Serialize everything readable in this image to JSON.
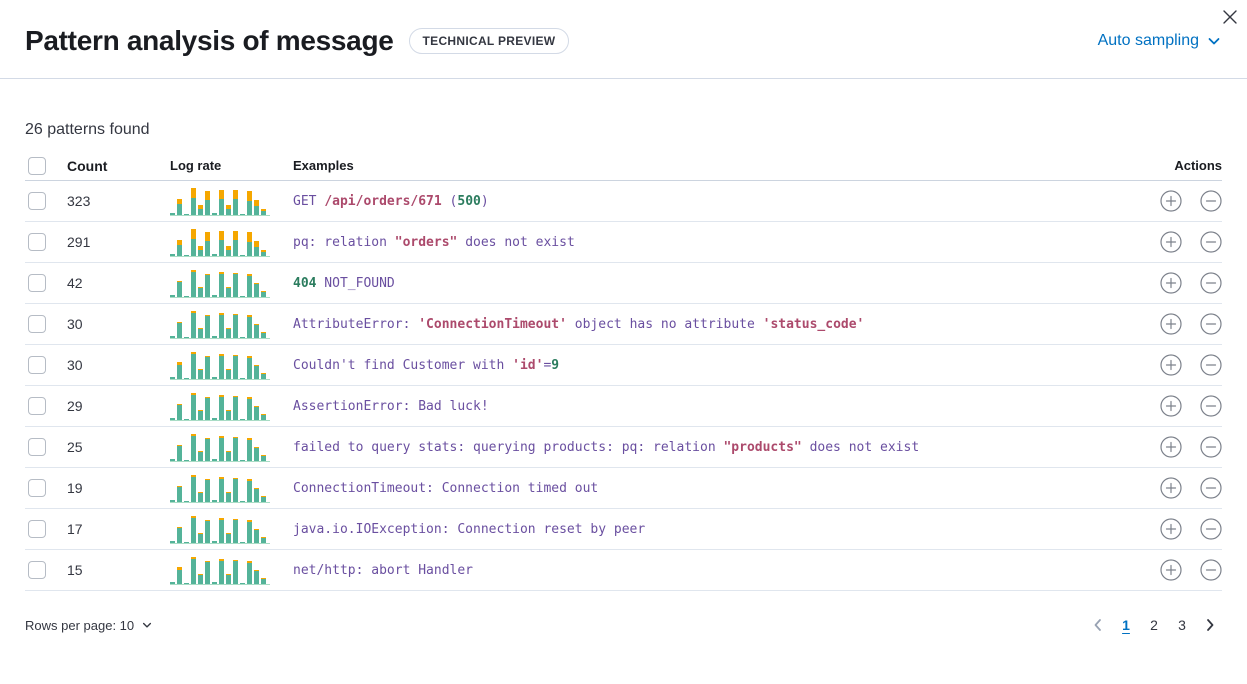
{
  "header": {
    "title": "Pattern analysis of message",
    "badge": "TECHNICAL PREVIEW",
    "sampling_label": "Auto sampling"
  },
  "summary": {
    "patterns_found": "26 patterns found"
  },
  "table": {
    "columns": {
      "count": "Count",
      "log_rate": "Log rate",
      "examples": "Examples",
      "actions": "Actions"
    },
    "rows": [
      {
        "count": "323",
        "example": [
          [
            "GET ",
            "p"
          ],
          [
            "/api/orders/671",
            "r"
          ],
          [
            " (",
            "p"
          ],
          [
            "500",
            "g"
          ],
          [
            ")",
            "p"
          ]
        ],
        "spark": {
          "green": [
            2,
            11,
            1,
            17,
            6,
            15,
            2,
            16,
            6,
            16,
            1,
            14,
            9,
            4
          ],
          "orange": [
            0,
            5,
            0,
            10,
            4,
            9,
            0,
            9,
            4,
            9,
            0,
            10,
            6,
            2
          ]
        }
      },
      {
        "count": "291",
        "example": [
          [
            "pq: relation ",
            "p"
          ],
          [
            "\"orders\"",
            "r"
          ],
          [
            " does not exist",
            "p"
          ]
        ],
        "spark": {
          "green": [
            2,
            11,
            1,
            17,
            6,
            15,
            2,
            16,
            6,
            16,
            1,
            14,
            9,
            4
          ],
          "orange": [
            0,
            5,
            0,
            10,
            4,
            9,
            0,
            9,
            4,
            9,
            0,
            10,
            6,
            2
          ]
        }
      },
      {
        "count": "42",
        "example": [
          [
            "404",
            "g"
          ],
          [
            " NOT_FOUND",
            "p"
          ]
        ],
        "spark": {
          "green": [
            2,
            15,
            1,
            25,
            9,
            22,
            2,
            23,
            9,
            23,
            1,
            21,
            13,
            5
          ],
          "orange": [
            0,
            1,
            0,
            2,
            1,
            1,
            0,
            2,
            1,
            1,
            0,
            2,
            1,
            1
          ]
        }
      },
      {
        "count": "30",
        "example": [
          [
            "AttributeError: ",
            "p"
          ],
          [
            "'ConnectionTimeout'",
            "r"
          ],
          [
            " object has no attribute ",
            "p"
          ],
          [
            "'status_code'",
            "r"
          ]
        ],
        "spark": {
          "green": [
            2,
            15,
            1,
            25,
            9,
            22,
            2,
            23,
            9,
            23,
            1,
            21,
            13,
            5
          ],
          "orange": [
            0,
            1,
            0,
            2,
            1,
            1,
            0,
            2,
            1,
            1,
            0,
            2,
            1,
            1
          ]
        }
      },
      {
        "count": "30",
        "example": [
          [
            "Couldn't find Customer with ",
            "p"
          ],
          [
            "'id'",
            "r"
          ],
          [
            "=",
            "p"
          ],
          [
            "9",
            "g"
          ]
        ],
        "spark": {
          "green": [
            2,
            14,
            1,
            25,
            9,
            22,
            2,
            23,
            9,
            23,
            1,
            21,
            13,
            5
          ],
          "orange": [
            0,
            3,
            0,
            2,
            1,
            1,
            0,
            2,
            1,
            1,
            0,
            2,
            1,
            1
          ]
        }
      },
      {
        "count": "29",
        "example": [
          [
            "AssertionError: Bad luck!",
            "p"
          ]
        ],
        "spark": {
          "green": [
            2,
            15,
            1,
            25,
            9,
            22,
            2,
            23,
            9,
            23,
            1,
            21,
            13,
            5
          ],
          "orange": [
            0,
            1,
            0,
            2,
            1,
            1,
            0,
            2,
            1,
            1,
            0,
            2,
            1,
            1
          ]
        }
      },
      {
        "count": "25",
        "example": [
          [
            "failed to query stats: querying products: pq: relation ",
            "p"
          ],
          [
            "\"products\"",
            "r"
          ],
          [
            " does not exist",
            "p"
          ]
        ],
        "spark": {
          "green": [
            2,
            15,
            1,
            25,
            9,
            22,
            2,
            23,
            9,
            23,
            1,
            21,
            13,
            5
          ],
          "orange": [
            0,
            1,
            0,
            2,
            1,
            1,
            0,
            2,
            1,
            1,
            0,
            2,
            1,
            1
          ]
        }
      },
      {
        "count": "19",
        "example": [
          [
            "ConnectionTimeout: Connection timed out",
            "p"
          ]
        ],
        "spark": {
          "green": [
            2,
            15,
            1,
            25,
            9,
            22,
            2,
            23,
            9,
            23,
            1,
            21,
            13,
            5
          ],
          "orange": [
            0,
            1,
            0,
            2,
            1,
            1,
            0,
            2,
            1,
            1,
            0,
            2,
            1,
            1
          ]
        }
      },
      {
        "count": "17",
        "example": [
          [
            "java.io.IOException: Connection reset by peer",
            "p"
          ]
        ],
        "spark": {
          "green": [
            2,
            15,
            1,
            25,
            9,
            22,
            2,
            23,
            9,
            23,
            1,
            21,
            13,
            5
          ],
          "orange": [
            0,
            1,
            0,
            2,
            1,
            1,
            0,
            2,
            1,
            1,
            0,
            2,
            1,
            1
          ]
        }
      },
      {
        "count": "15",
        "example": [
          [
            "net/http: abort Handler",
            "p"
          ]
        ],
        "spark": {
          "green": [
            2,
            14,
            1,
            25,
            9,
            22,
            2,
            23,
            9,
            23,
            1,
            21,
            13,
            5
          ],
          "orange": [
            0,
            3,
            0,
            2,
            1,
            1,
            0,
            2,
            1,
            1,
            0,
            2,
            1,
            1
          ]
        }
      }
    ]
  },
  "footer": {
    "rows_per_page_label": "Rows per page: 10",
    "pages": [
      "1",
      "2",
      "3"
    ],
    "active_page": "1"
  },
  "colors": {
    "primary_blue": "#0071c2",
    "token_purple": "#6a4fa0",
    "token_red": "#ac4a6c",
    "token_green": "#2b7c5e",
    "spark_green": "#54b399",
    "spark_orange": "#f5a700"
  }
}
